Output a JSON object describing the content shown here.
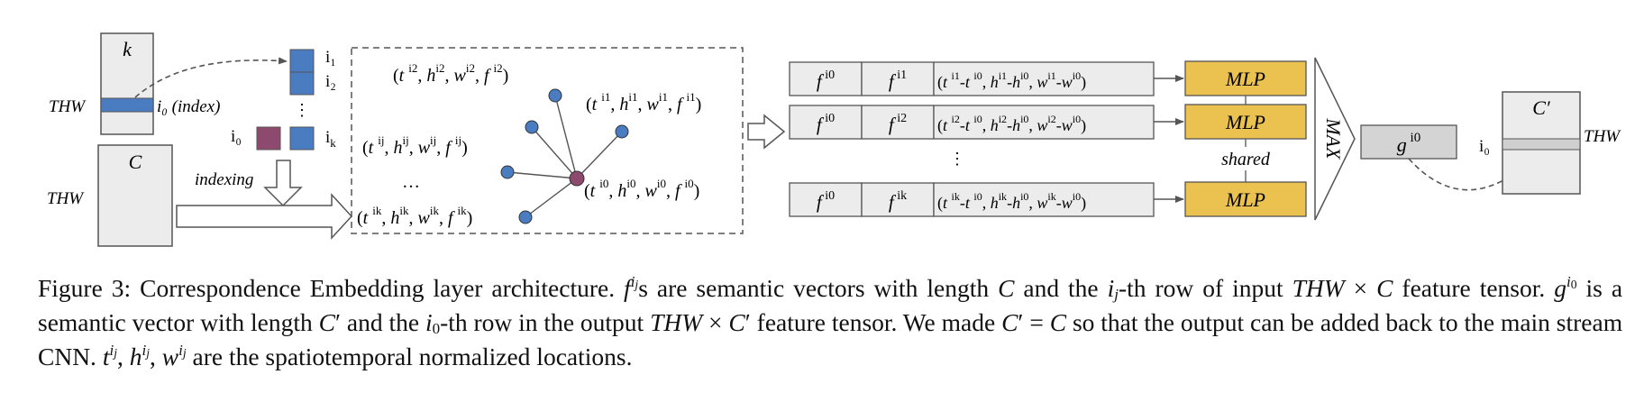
{
  "figure": {
    "k_label": "k",
    "c_label": "C",
    "c_prime_label": "C′",
    "thw_label": "THW",
    "i0": "i₀",
    "i0_index": "i₀ (index)",
    "i1": "i₁",
    "i2": "i₂",
    "ik": "i",
    "ik_sub": "k",
    "vdots": "⋮",
    "indexing_label": "indexing",
    "shared_label": "shared",
    "max_label": "MAX",
    "mlp_label": "MLP",
    "ellipsis": "…",
    "tuples": {
      "i2": "(t ^i2, h^i2, w^i2, f ^i2)",
      "i1": "(t ^i1, h^i1, w^i1, f ^i1)",
      "ij": "(t ^ij, h^ij, w^ij, f ^ij)",
      "i0": "(t ^i0, h^i0, w^i0, f ^i0)",
      "ik": "(t ^ik, h^ik, w^ik, f ^ik)"
    },
    "rows": [
      {
        "f0": "f ^i0",
        "f": "f ^i1",
        "diff": "(t ^i1-t ^i0, h^i1-h^i0, w^i1-w^i0)"
      },
      {
        "f0": "f ^i0",
        "f": "f ^i2",
        "diff": "(t ^i2-t ^i0, h^i2-h^i0, w^i2-w^i0)"
      },
      {
        "f0": "f ^i0",
        "f": "f ^ik",
        "diff": "(t ^ik-t ^i0, h^ik-h^i0, w^ik-w^i0)"
      }
    ],
    "g_label": "g ^i0",
    "colors": {
      "blue": "#4a7cc1",
      "purple": "#8e4a6e",
      "mlp": "#ebc250",
      "cell": "#ececec"
    }
  },
  "caption": {
    "t1": "Figure 3: Correspondence Embedding layer architecture.",
    "t2": "s are semantic vectors with length",
    "t3": "and the",
    "t4": "-th row of input",
    "t5": "feature tensor.",
    "t6": "is a semantic vector with length",
    "t7": "and the",
    "t8": "-th row in the output",
    "t9": "feature tensor. We made",
    "t10": "so that the output can be added back to the main stream CNN.",
    "t11": "are the spatiotemporal normalized locations."
  }
}
